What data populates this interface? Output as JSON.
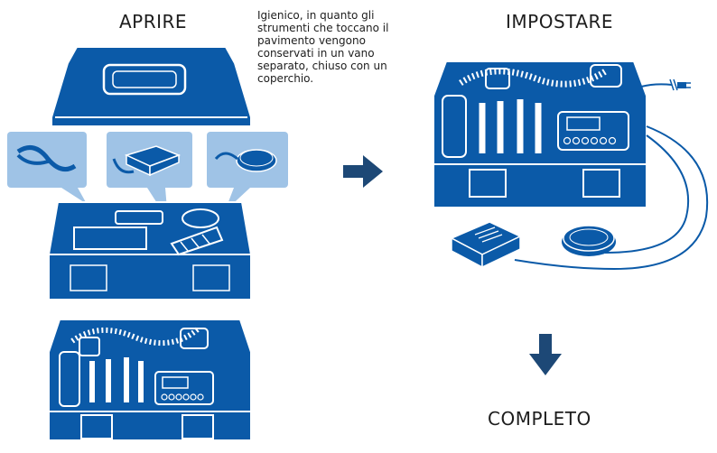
{
  "headings": {
    "open": "APRIRE",
    "setup": "IMPOSTARE",
    "complete": "COMPLETO"
  },
  "note": "Igienico, in quanto gli strumenti che toccano il pavimento vengono conservati in un vano separato, chiuso con un coperchio.",
  "colors": {
    "blue": "#0b5aa8",
    "outline": "#ffffff",
    "callout": "#9fc3e6",
    "arrow": "#1d4876"
  },
  "icons": [
    "lid",
    "cable-accessory",
    "foot-pedal-accessory",
    "floor-sensor-accessory",
    "open-case",
    "closed-case",
    "setup-case",
    "foot-pedal",
    "floor-sensor",
    "arrow-right",
    "arrow-down"
  ]
}
